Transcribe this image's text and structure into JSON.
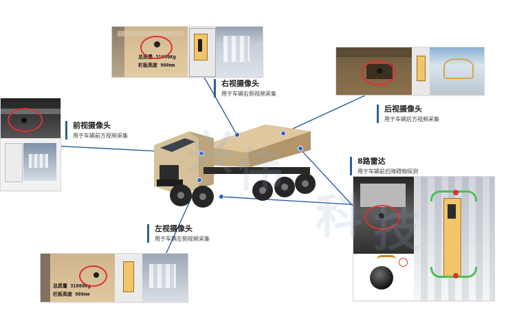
{
  "labels": {
    "right_camera": {
      "title": "右视摄像头",
      "subtitle": "用于车辆右侧视频采集"
    },
    "rear_camera": {
      "title": "后视摄像头",
      "subtitle": "用于车辆后方视频采集"
    },
    "front_camera": {
      "title": "前视摄像头",
      "subtitle": "用于车辆前方视频采集"
    },
    "radar": {
      "title": "8路雷达",
      "subtitle": "用于车辆前后障碍物探测"
    },
    "left_camera": {
      "title": "左视摄像头",
      "subtitle": "用于车辆左侧视频采集"
    }
  },
  "panel_text": {
    "top_weight": "总质量 31000Kg",
    "top_height": "栏板高度 900mm",
    "left_weight": "总质量 31000Kg",
    "left_height": "栏板高度 900mm"
  },
  "colors": {
    "connector_blue": "#2d5d9f",
    "highlight_red": "#e03030",
    "truck_beige": "#d6c19a",
    "truck_shadow": "#9f8b63"
  },
  "watermark": {
    "chars": [
      "兴",
      "伟",
      "科",
      "技"
    ]
  }
}
